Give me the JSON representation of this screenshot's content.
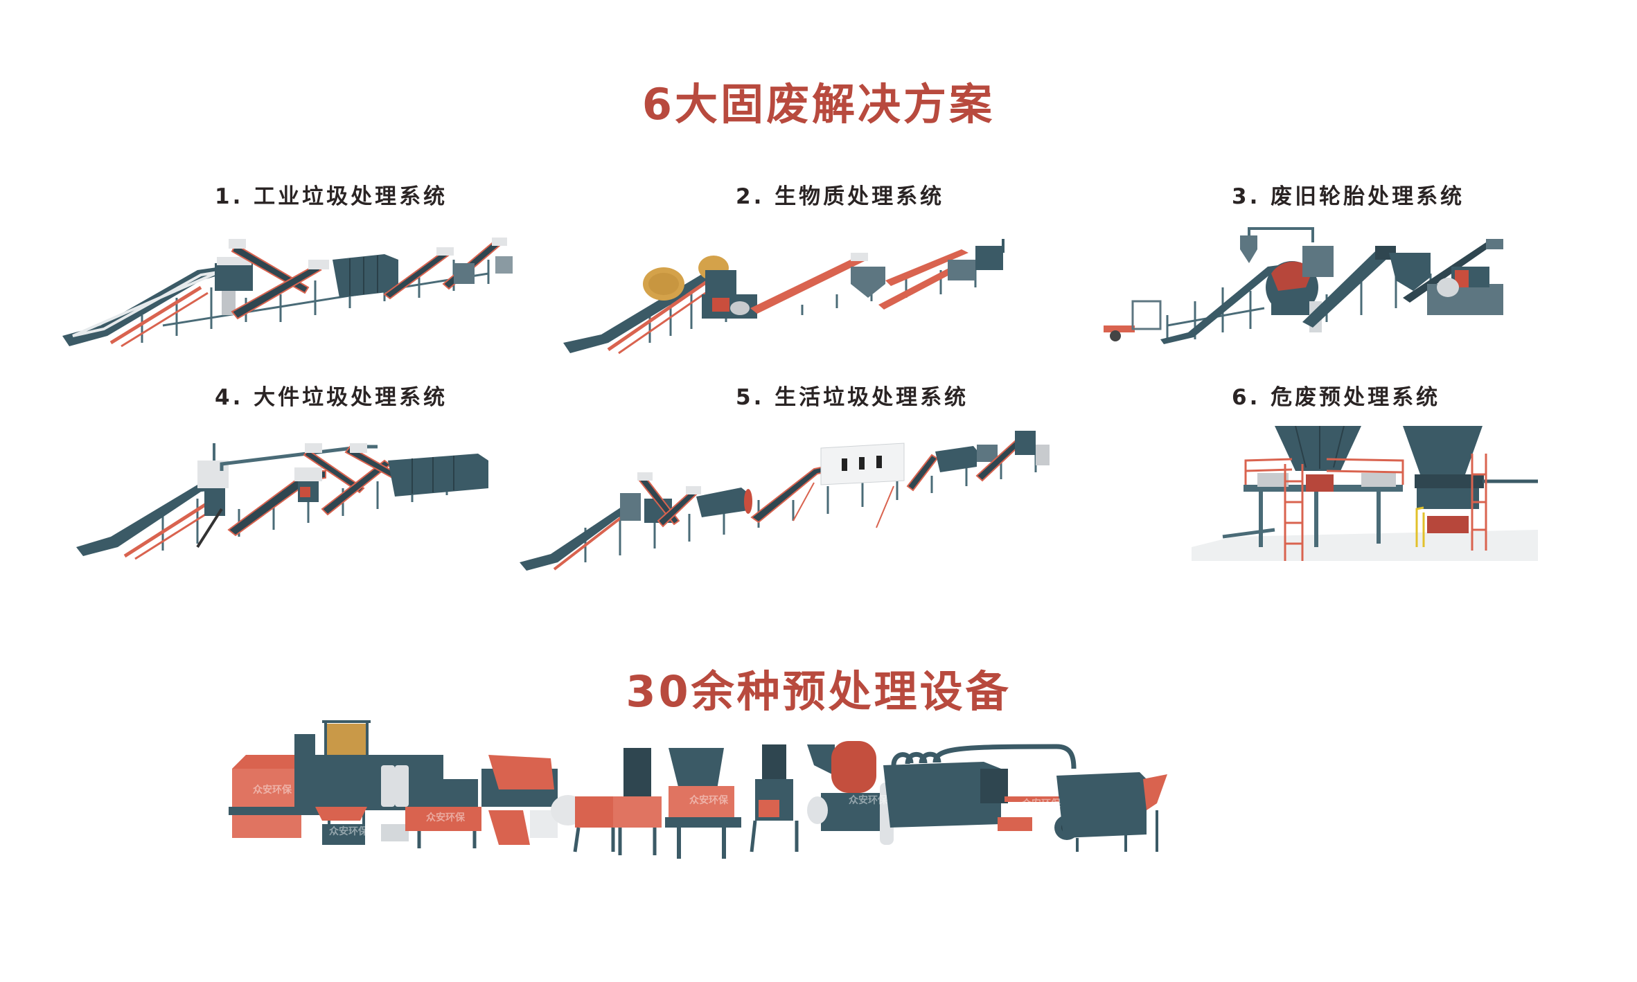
{
  "solutions": {
    "title": "6大固废解决方案",
    "systems": [
      {
        "label": "1. 工业垃圾处理系统",
        "image": "industrial-waste-line"
      },
      {
        "label": "2. 生物质处理系统",
        "image": "biomass-line"
      },
      {
        "label": "3. 废旧轮胎处理系统",
        "image": "tire-recycling-line"
      },
      {
        "label": "4. 大件垃圾处理系统",
        "image": "bulky-waste-line"
      },
      {
        "label": "5. 生活垃圾处理系统",
        "image": "household-waste-line"
      },
      {
        "label": "6. 危废预处理系统",
        "image": "hazardous-waste-plant"
      }
    ]
  },
  "equipment": {
    "title": "30余种预处理设备",
    "watermark": "众安环保"
  },
  "colors": {
    "accent_red": "#b84a3e",
    "machine_teal": "#3b5a66",
    "machine_red": "#d9634f",
    "text_dark": "#2a2424"
  }
}
